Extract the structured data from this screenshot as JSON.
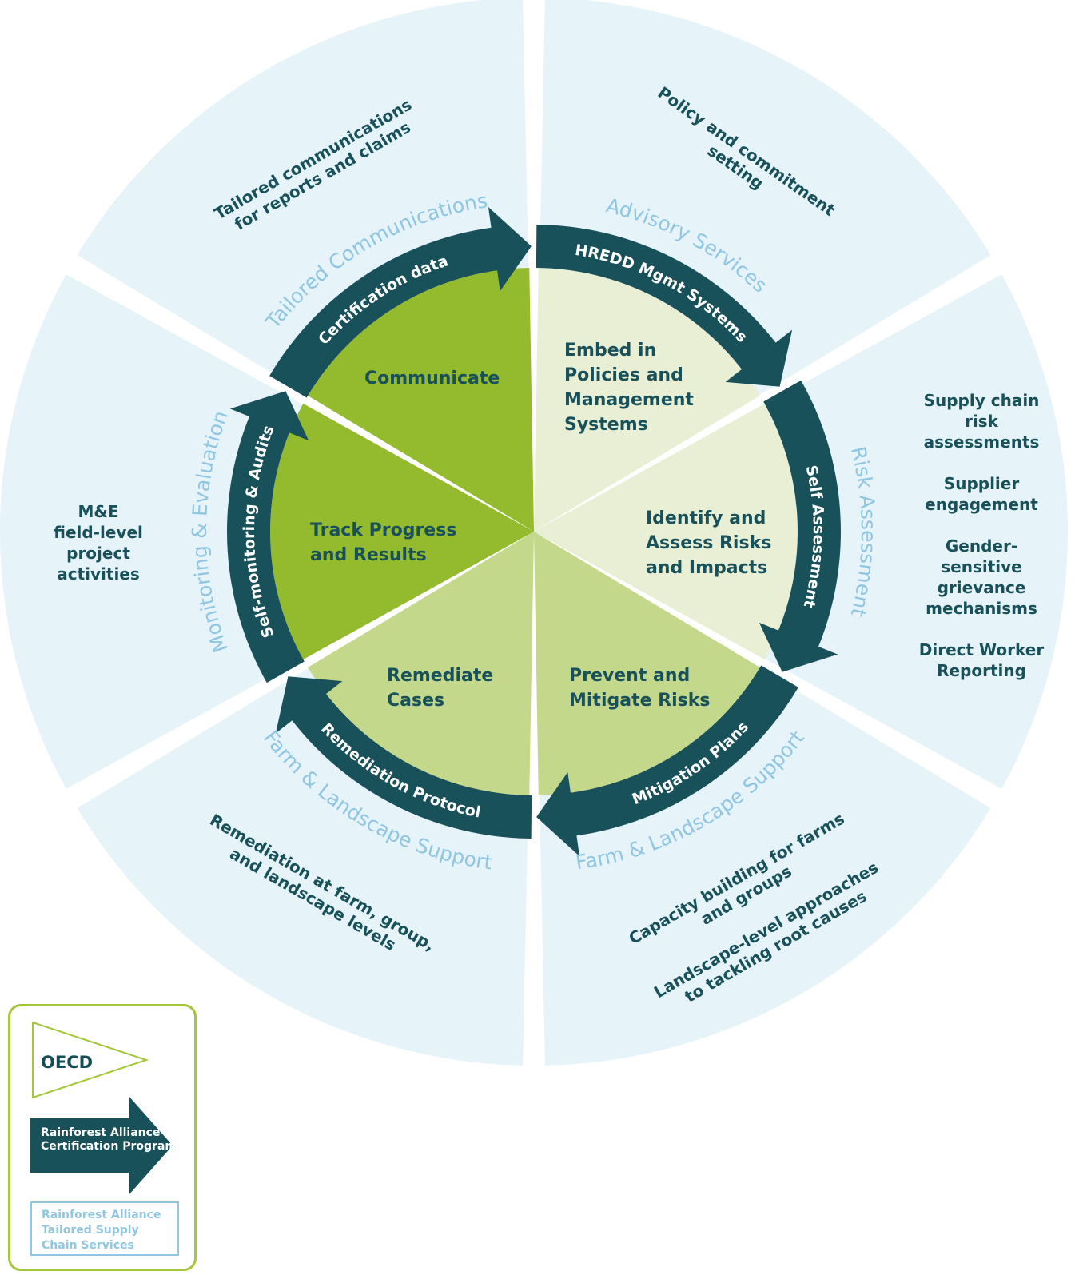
{
  "colors": {
    "outer_ring": "#e6f3f9",
    "dark_teal": "#19515a",
    "green_dark": "#94ba2e",
    "green_light": "#c3d88a",
    "green_pale": "#e8efd4",
    "light_blue_text": "#8fc6e2",
    "legend_border": "#a4c639"
  },
  "stages": [
    {
      "label": "Embed in\nPolicies and\nManagement\nSystems"
    },
    {
      "label": "Identify and\nAssess Risks\nand Impacts"
    },
    {
      "label": "Prevent and\nMitigate Risks"
    },
    {
      "label": "Remediate\nCases"
    },
    {
      "label": "Track Progress\nand Results"
    },
    {
      "label": "Communicate"
    }
  ],
  "arrows": [
    {
      "label": "HREDD Mgmt Systems"
    },
    {
      "label": "Self Assessment"
    },
    {
      "label": "Mitigation Plans"
    },
    {
      "label": "Remediation Protocol"
    },
    {
      "label": "Self-monitoring & Audits"
    },
    {
      "label": "Certification data"
    }
  ],
  "services": [
    {
      "label": "Advisory Services"
    },
    {
      "label": "Risk Assessment"
    },
    {
      "label": "Farm & Landscape Support"
    },
    {
      "label": "Farm & Landscape Support"
    },
    {
      "label": "Monitoring & Evaluation"
    },
    {
      "label": "Tailored Communications"
    }
  ],
  "outer_items": {
    "top_right": [
      "Policy and commitment",
      "setting"
    ],
    "right": [
      "Supply chain",
      "risk",
      "assessments",
      "",
      "Supplier",
      "engagement",
      "",
      "Gender-",
      "sensitive",
      "grievance",
      "mechanisms",
      "",
      "Direct Worker",
      "Reporting"
    ],
    "bottom_right": [
      "Capacity building for farms",
      "and groups",
      "",
      "Landscape-level approaches",
      "to tackling root causes"
    ],
    "bottom_left": [
      "Remediation at farm, group,",
      "and landscape levels"
    ],
    "left": [
      "M&E",
      "field-level",
      "project",
      "activities"
    ],
    "top_left": [
      "Tailored communications",
      "for reports and claims"
    ]
  },
  "legend": {
    "oecd": "OECD",
    "ra_program": "Rainforest Alliance\nCertification Program",
    "tailored": "Rainforest Alliance\nTailored Supply\nChain Services"
  }
}
